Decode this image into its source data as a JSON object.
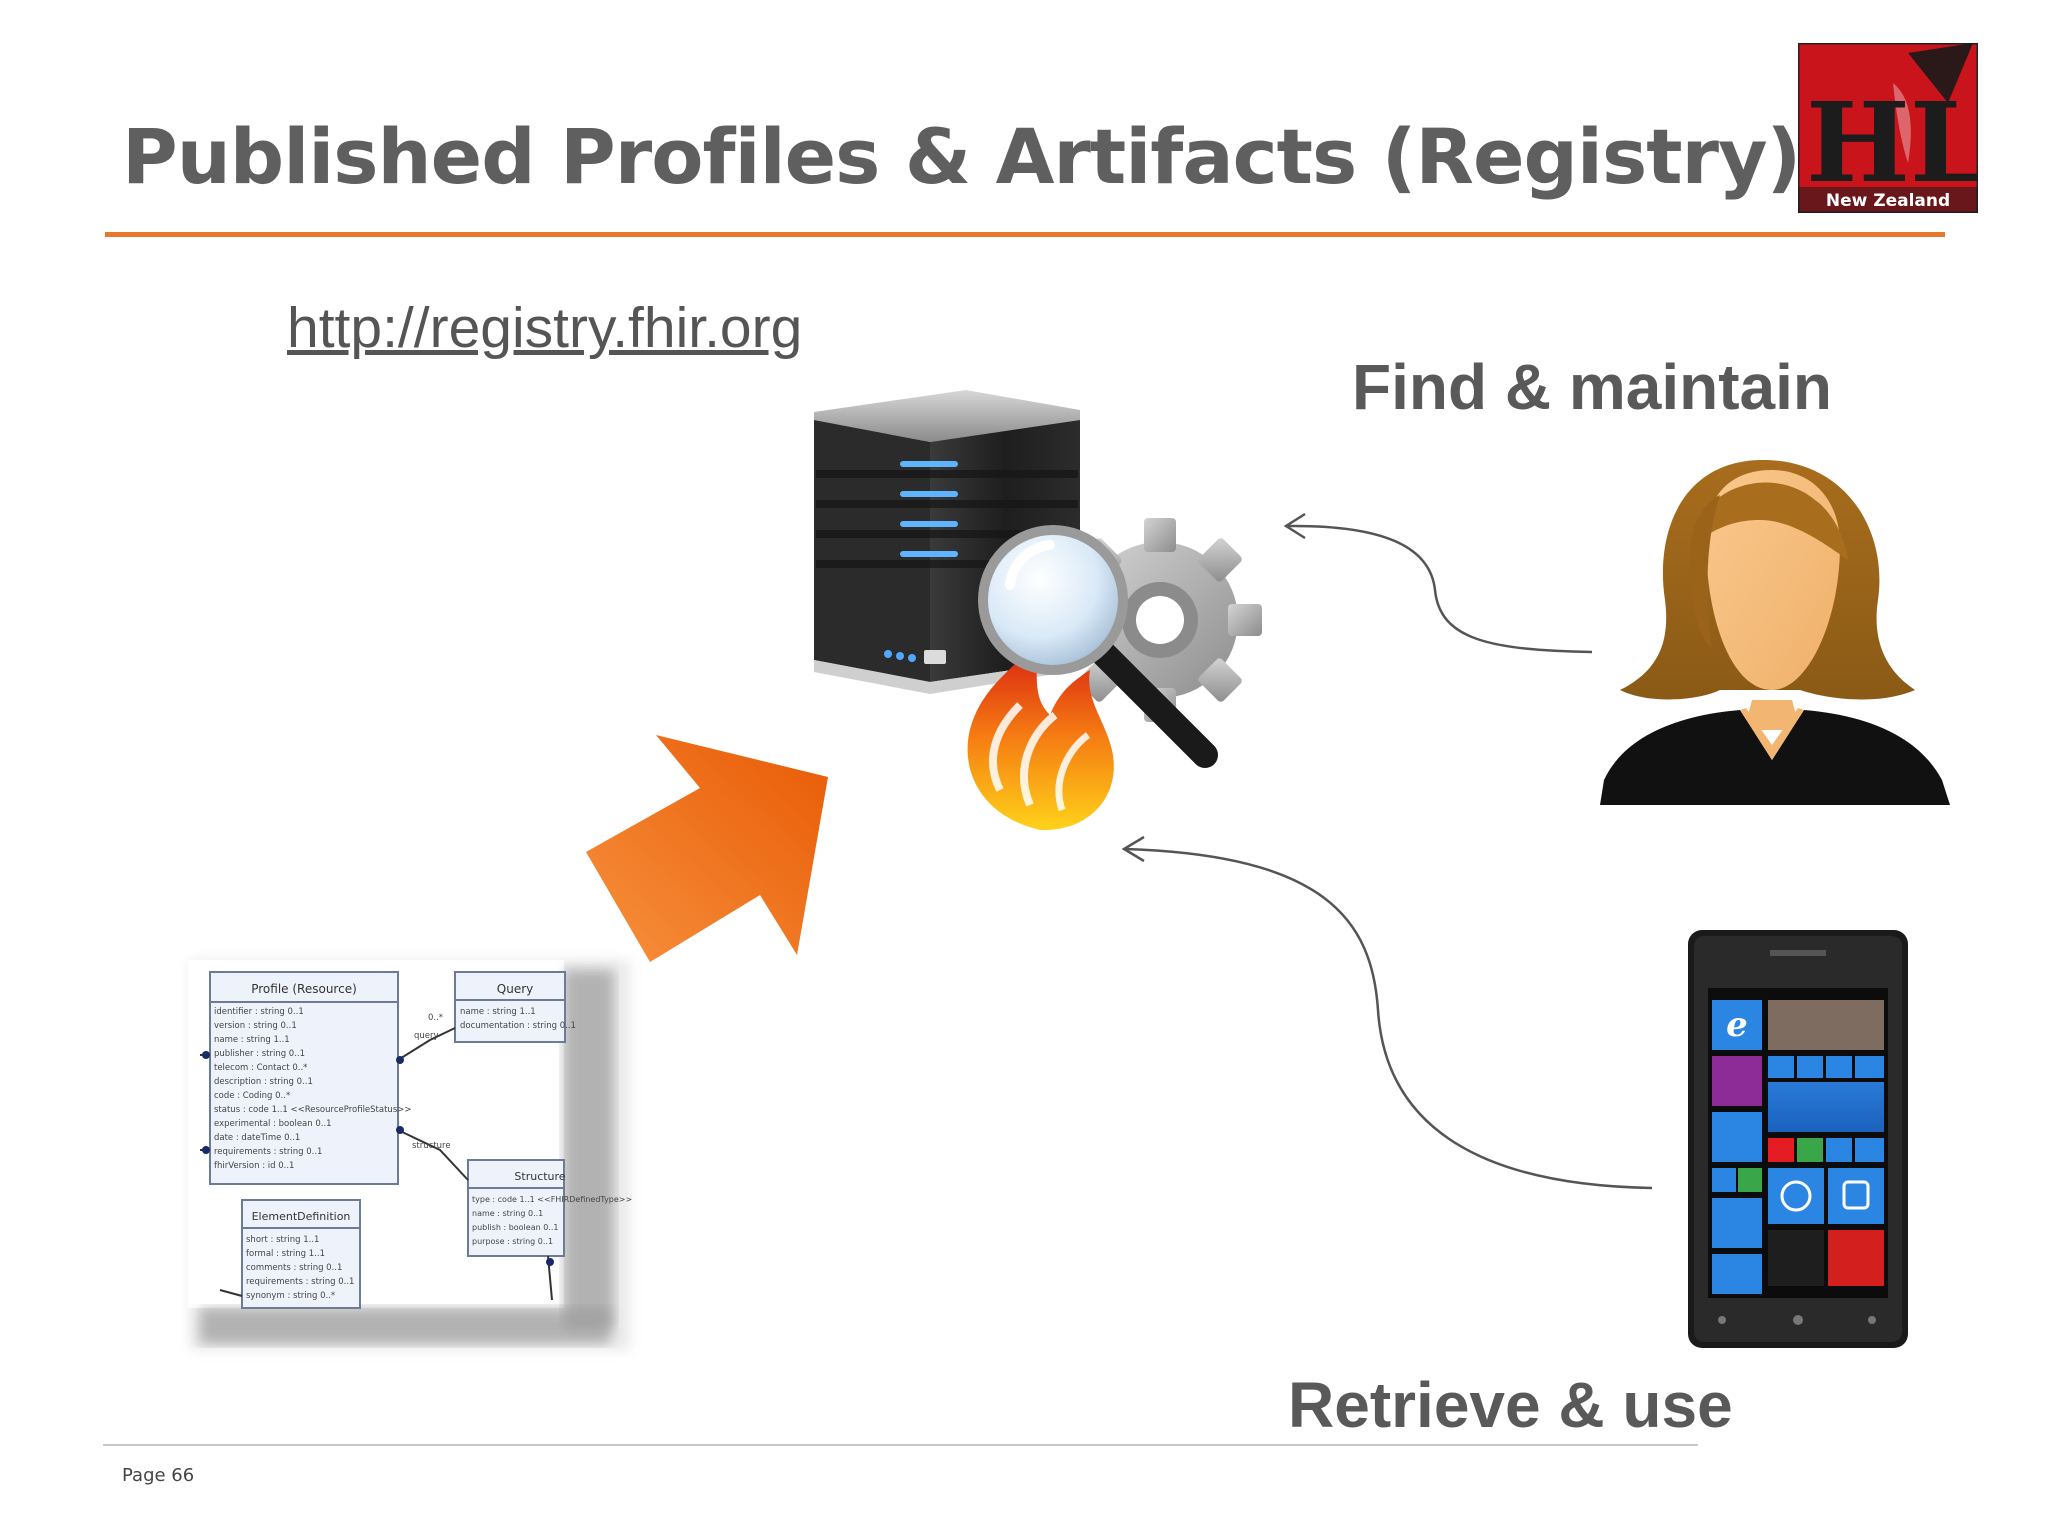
{
  "slide": {
    "title": "Published Profiles & Artifacts (Registry)",
    "url": "http://registry.fhir.org",
    "find_label": "Find & maintain",
    "retrieve_label": "Retrieve & use",
    "page_number": "Page 66"
  },
  "logo": {
    "letters": "HL7",
    "subtitle": "New Zealand"
  },
  "uml": {
    "profile": {
      "header": "Profile (Resource)",
      "rows": [
        "identifier : string 0..1",
        "version : string 0..1",
        "name : string 1..1",
        "publisher : string 0..1",
        "telecom : Contact 0..*",
        "description : string 0..1",
        "code : Coding 0..*",
        "status : code 1..1 <<ResourceProfileStatus>>",
        "experimental : boolean 0..1",
        "date : dateTime 0..1",
        "requirements : string 0..1",
        "fhirVersion : id 0..1"
      ]
    },
    "query": {
      "header": "Query",
      "rows": [
        "name : string 1..1",
        "documentation : string 0..1"
      ]
    },
    "element_definition": {
      "header": "ElementDefinition",
      "rows": [
        "short : string 1..1",
        "formal : string 1..1",
        "comments : string 0..1",
        "requirements : string 0..1",
        "synonym : string 0..*"
      ]
    },
    "structure": {
      "header": "Structure",
      "rows": [
        "type : code 1..1 <<FHIRDefinedType>>",
        "name : string 0..1",
        "publish : boolean 0..1",
        "purpose : string 0..1"
      ]
    },
    "labels": {
      "query_mult": "0..*",
      "query_role": "query",
      "structure_role": "structure"
    }
  },
  "colors": {
    "accent": "#e8772e",
    "arrow": "#f26c0d",
    "title": "#5f5f5f"
  }
}
